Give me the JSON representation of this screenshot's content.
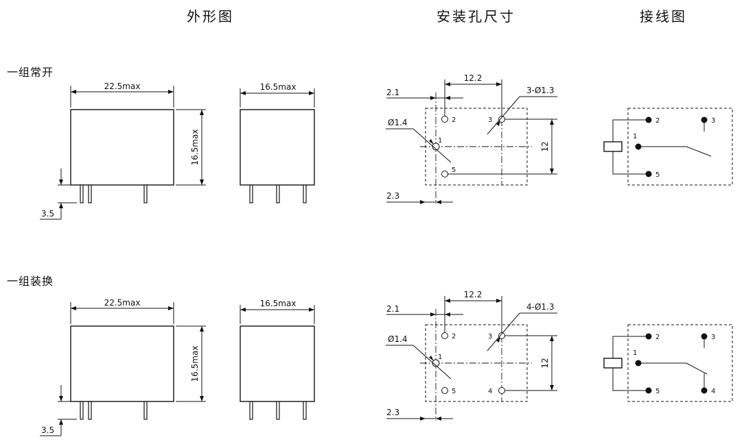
{
  "headers": {
    "outline": "外形图",
    "mounting": "安装孔尺寸",
    "wiring": "接线图"
  },
  "rows": [
    {
      "label": "一组常开",
      "dims": {
        "width": "22.5max",
        "depth": "16.5max",
        "height": "16.5max",
        "pin_length": "3.5",
        "pitch_x": "12.2",
        "offset_x": "2.1",
        "holes": "3-Ø1.3",
        "coil_hole": "Ø1.4",
        "pitch_y": "12",
        "offset_bottom": "2.3"
      },
      "pins": {
        "p1": "1",
        "p2": "2",
        "p3": "3",
        "p5": "5"
      }
    },
    {
      "label": "一组装换",
      "dims": {
        "width": "22.5max",
        "depth": "16.5max",
        "height": "16.5max",
        "pin_length": "3.5",
        "pitch_x": "12.2",
        "offset_x": "2.1",
        "holes": "4-Ø1.3",
        "coil_hole": "Ø1.4",
        "pitch_y": "12",
        "offset_bottom": "2.3"
      },
      "pins": {
        "p1": "1",
        "p2": "2",
        "p3": "3",
        "p4": "4",
        "p5": "5"
      }
    }
  ]
}
